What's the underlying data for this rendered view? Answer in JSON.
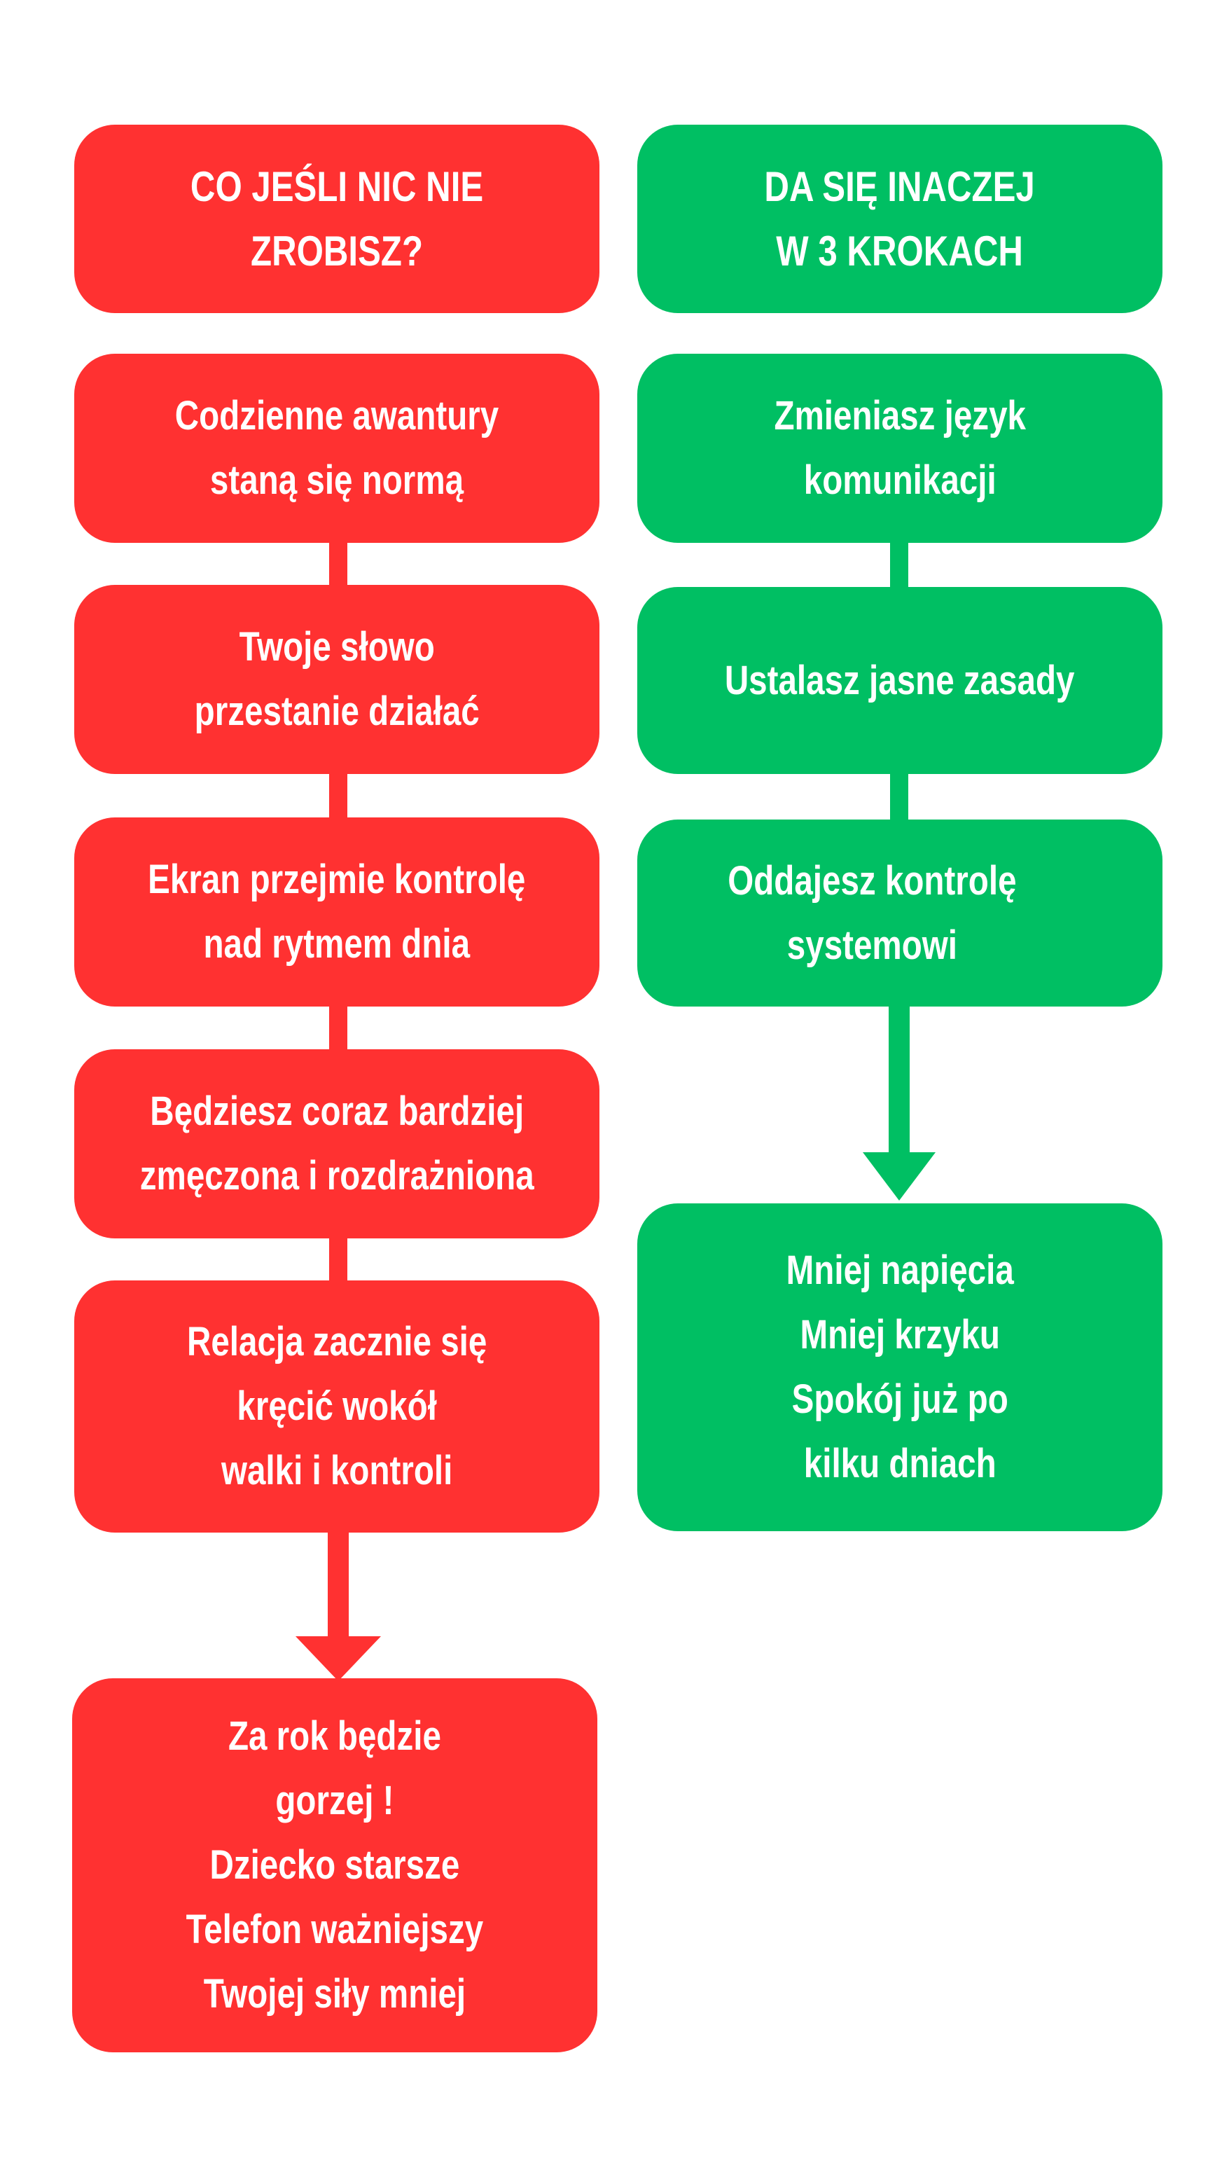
{
  "colors": {
    "left_accent": "#ff3131",
    "right_accent": "#00bf63",
    "text": "#ffffff",
    "background": "#ffffff"
  },
  "left_column": {
    "header": [
      "CO JEŚLI NIC NIE",
      "ZROBISZ?"
    ],
    "steps": [
      [
        "Codzienne awantury",
        "staną się normą"
      ],
      [
        "Twoje słowo",
        "przestanie działać"
      ],
      [
        "Ekran przejmie kontrolę",
        "nad rytmem dnia"
      ],
      [
        "Będziesz coraz bardziej",
        "zmęczona i rozdrażniona"
      ],
      [
        "Relacja zacznie się",
        "kręcić wokół",
        "walki i kontroli"
      ]
    ],
    "result": [
      "Za rok będzie",
      "gorzej !",
      "Dziecko starsze",
      "Telefon ważniejszy",
      "Twojej siły mniej"
    ]
  },
  "right_column": {
    "header": [
      "DA SIĘ INACZEJ",
      "W 3 KROKACH"
    ],
    "steps": [
      [
        "Zmieniasz język",
        "komunikacji"
      ],
      [
        "Ustalasz jasne zasady"
      ],
      [
        "Oddajesz kontrolę",
        "systemowi"
      ]
    ],
    "result": [
      "Mniej napięcia",
      "Mniej krzyku",
      "Spokój już po",
      "kilku dniach"
    ]
  }
}
